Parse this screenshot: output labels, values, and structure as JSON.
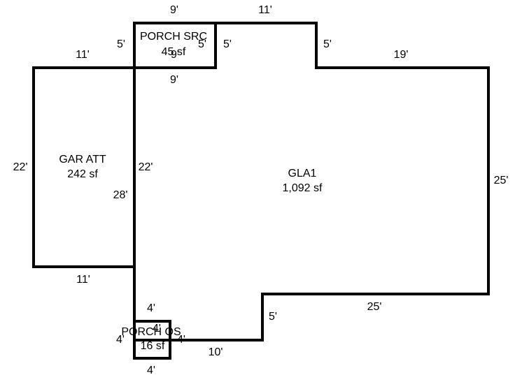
{
  "colors": {
    "background": "#ffffff",
    "line": "#000000"
  },
  "areas": {
    "porch_src": {
      "name": "PORCH SRC",
      "area": "45 sf"
    },
    "gar_att": {
      "name": "GAR ATT",
      "area": "242 sf"
    },
    "gla1": {
      "name": "GLA1",
      "area": "1,092 sf"
    },
    "porch_os": {
      "name": "PORCH OS",
      "area": "16 sf"
    }
  },
  "dimensions": {
    "porch_src": {
      "top": "9'",
      "left": "5'",
      "right": "5'",
      "bottom": "9'",
      "inner_top": "9'",
      "inner_right": "5'"
    },
    "gla1": {
      "top": "11'",
      "step_left": "5'",
      "top_right": "19'",
      "right": "25'",
      "bottom_right": "25'",
      "step_bottom": "5'",
      "bottom": "10'",
      "left": "22'",
      "left_full": "28'"
    },
    "gar_att": {
      "top": "11'",
      "left": "22'",
      "bottom": "11'"
    },
    "porch_os": {
      "top": "4'",
      "left": "4'",
      "right": "4'",
      "bottom": "4'",
      "inner_top": "4'"
    }
  }
}
